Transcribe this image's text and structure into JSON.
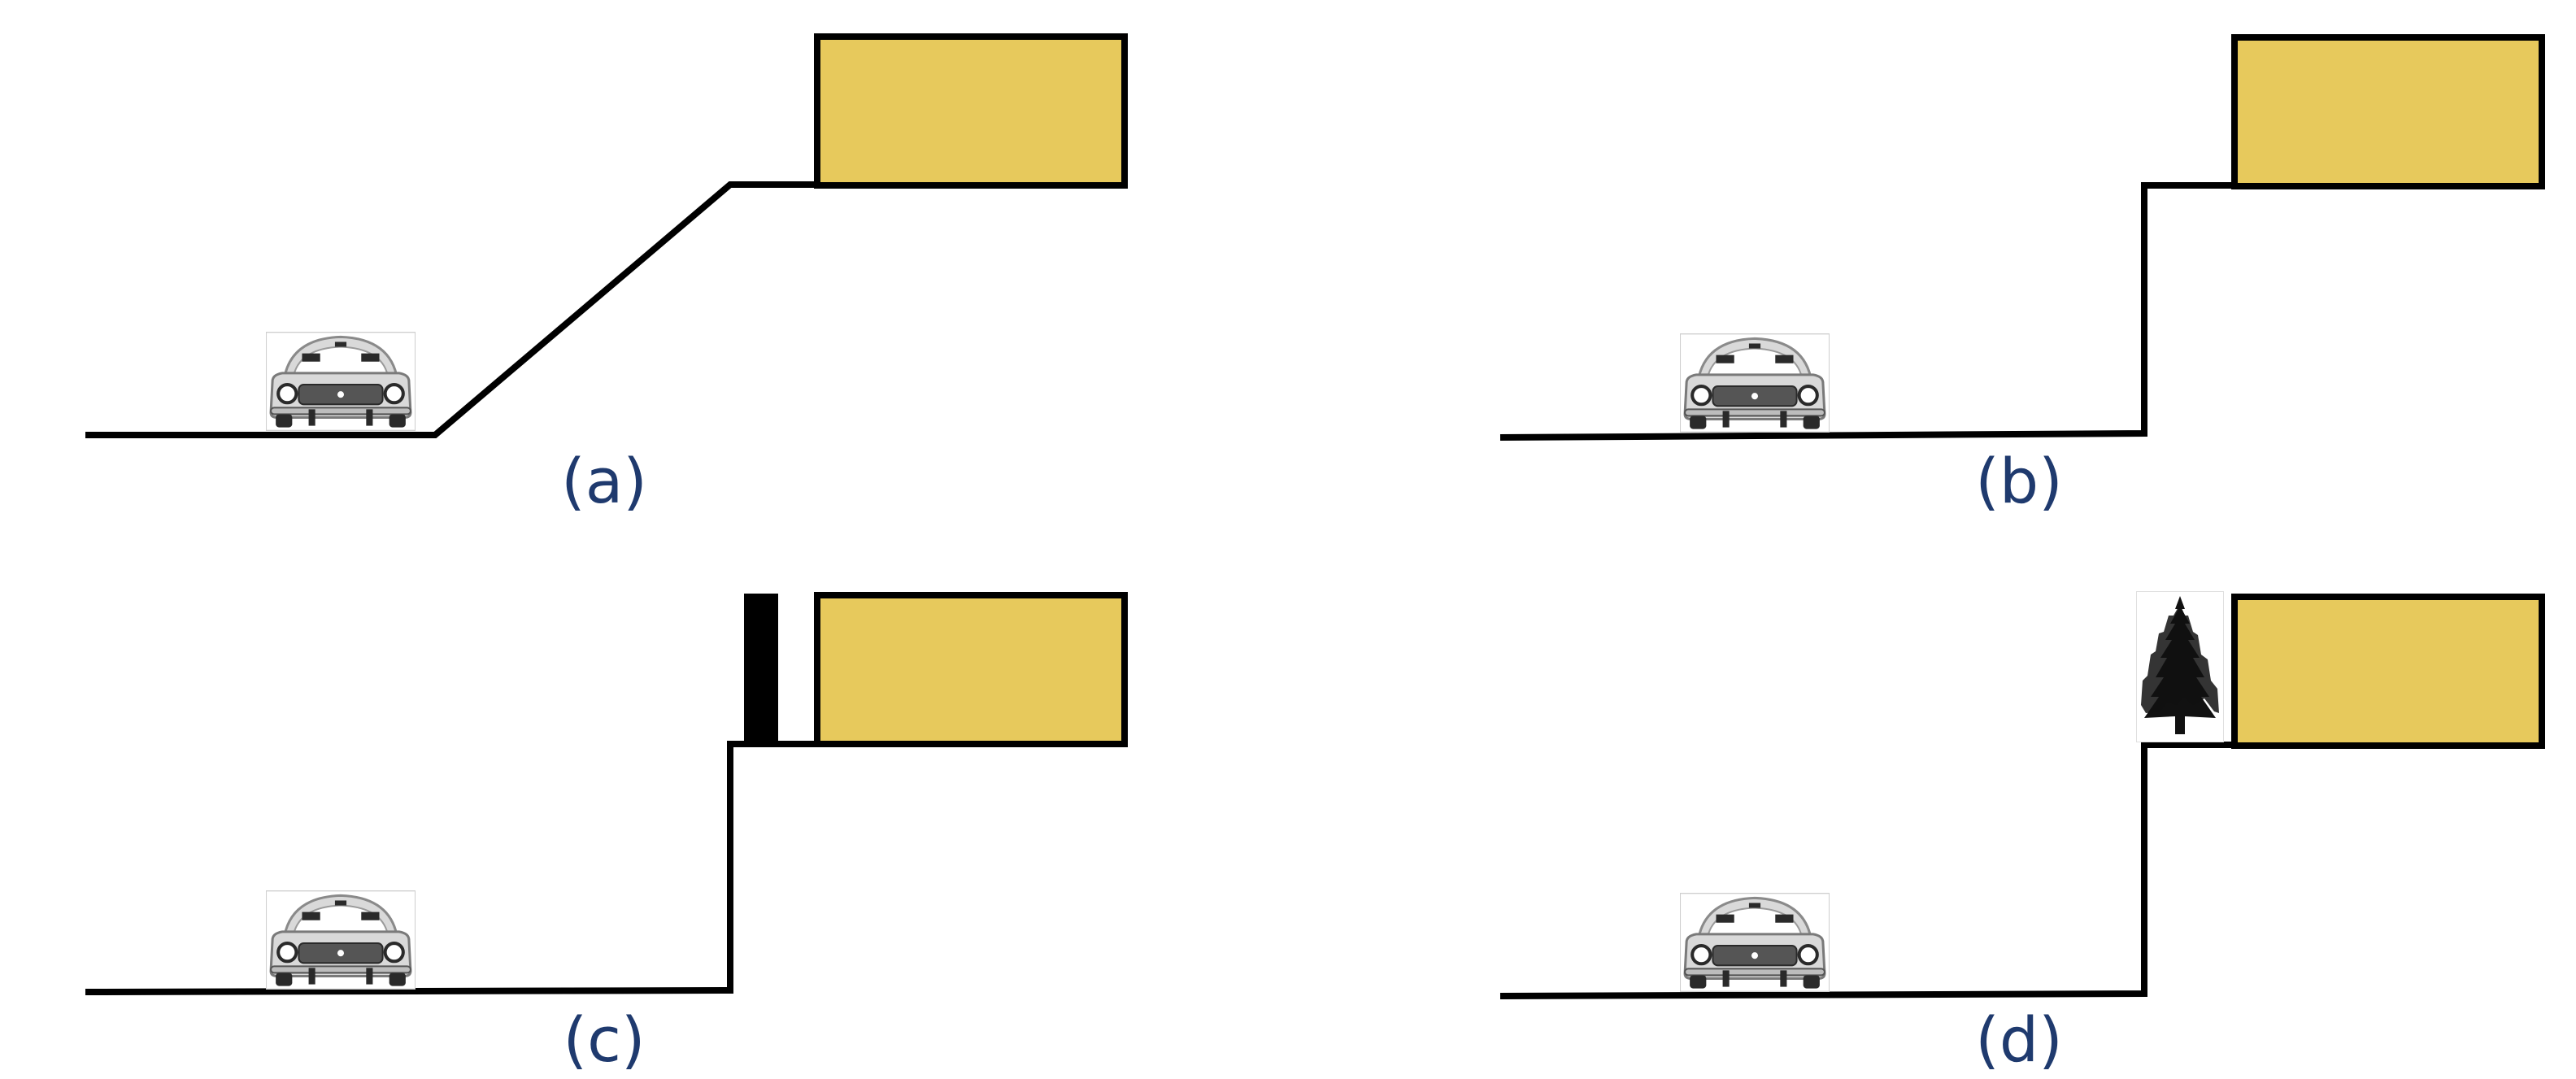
{
  "colors": {
    "background": "#ffffff",
    "line": "#000000",
    "building_fill": "#e7c95c",
    "caption": "#1f3a6e",
    "car_body": "#d9d9d9",
    "car_dark": "#2a2a2a",
    "car_outline": "#9a9a9a"
  },
  "panels": [
    {
      "id": "a",
      "caption": "(a)",
      "terrain": "slope",
      "obstacle": "none"
    },
    {
      "id": "b",
      "caption": "(b)",
      "terrain": "cliff",
      "obstacle": "none"
    },
    {
      "id": "c",
      "caption": "(c)",
      "terrain": "cliff",
      "obstacle": "wall"
    },
    {
      "id": "d",
      "caption": "(d)",
      "terrain": "cliff",
      "obstacle": "tree"
    }
  ]
}
